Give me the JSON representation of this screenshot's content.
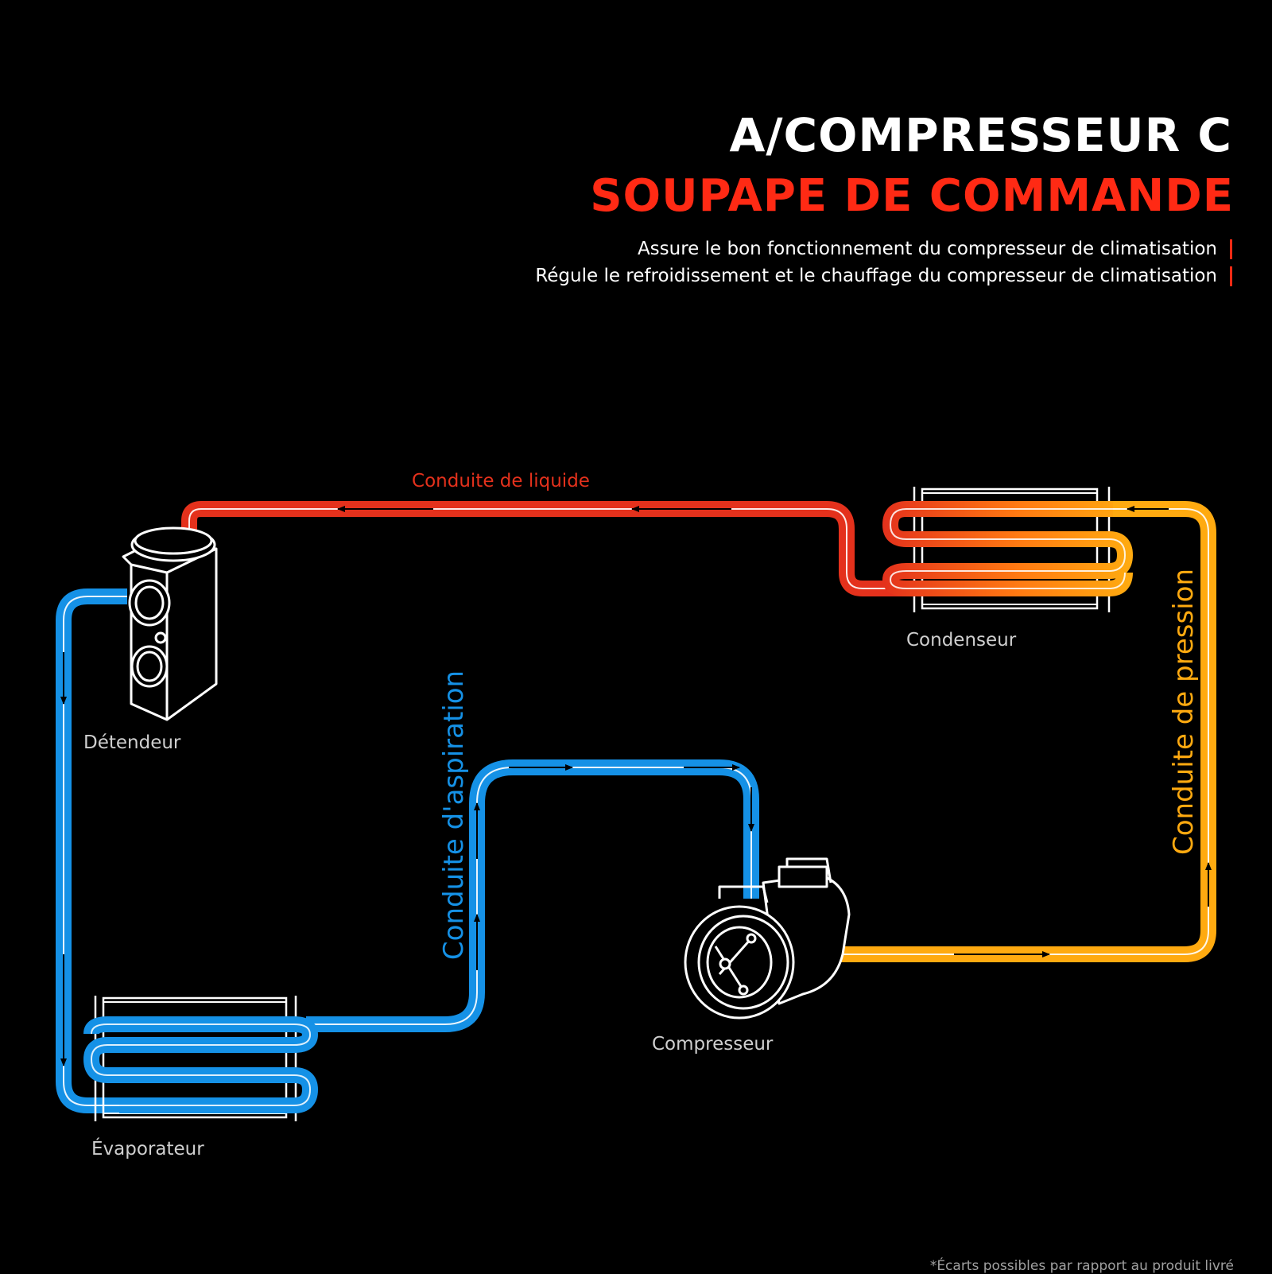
{
  "header": {
    "title_line1": "A/COMPRESSEUR C",
    "title_line2": "SOUPAPE DE COMMANDE",
    "features": [
      "Assure le bon fonctionnement du compresseur de climatisation",
      "Régule le refroidissement et le chauffage du compresseur de climatisation"
    ]
  },
  "diagram": {
    "components": {
      "detendeur": "Détendeur",
      "evaporateur": "Évaporateur",
      "compresseur": "Compresseur",
      "condenseur": "Condenseur"
    },
    "lines": {
      "liquide": "Conduite de liquide",
      "aspiration": "Conduite d'aspiration",
      "pression": "Conduite de pression"
    }
  },
  "footer": {
    "disclaimer": "*Écarts possibles par rapport au produit livré"
  },
  "colors": {
    "accent_red": "#ff2a14",
    "liquid_line": "#e4311c",
    "suction_line": "#1591e6",
    "pressure_line": "#ffaa10"
  },
  "icons": [
    "expansion-valve-icon",
    "evaporator-icon",
    "compressor-icon",
    "condenser-icon"
  ]
}
